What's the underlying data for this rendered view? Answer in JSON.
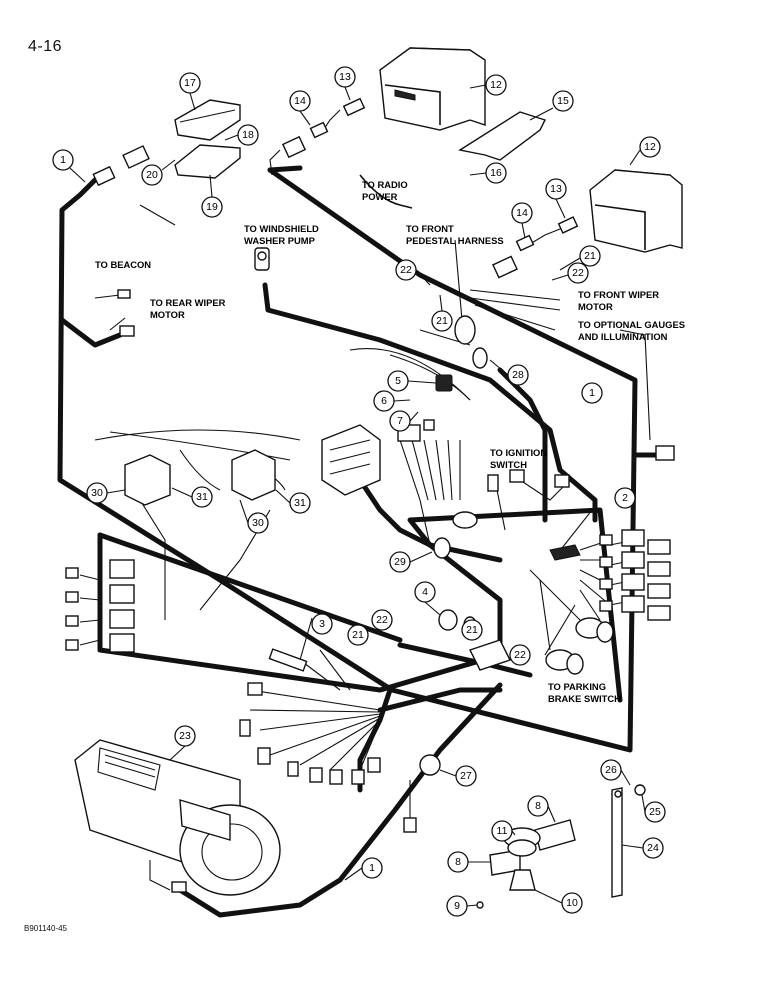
{
  "page_number": "4-16",
  "figure_code": "B901140-45",
  "labels": {
    "to_beacon": "TO BEACON",
    "to_rear_wiper_1": "TO REAR WIPER",
    "to_rear_wiper_2": "MOTOR",
    "to_radio_1": "TO RADIO",
    "to_radio_2": "POWER",
    "to_washer_1": "TO WINDSHIELD",
    "to_washer_2": "WASHER PUMP",
    "to_pedestal_1": "TO FRONT",
    "to_pedestal_2": "PEDESTAL HARNESS",
    "to_front_wiper_1": "TO FRONT WIPER",
    "to_front_wiper_2": "MOTOR",
    "to_gauges_1": "TO OPTIONAL GAUGES",
    "to_gauges_2": "AND ILLUMINATION",
    "to_ignition_1": "TO IGNITION",
    "to_ignition_2": "SWITCH",
    "to_parking_1": "TO PARKING",
    "to_parking_2": "BRAKE SWITCH"
  },
  "callouts": {
    "c1a": "1",
    "c1b": "1",
    "c1c": "1",
    "c2": "2",
    "c3": "3",
    "c4": "4",
    "c5": "5",
    "c6": "6",
    "c7": "7",
    "c8a": "8",
    "c8b": "8",
    "c9": "9",
    "c10": "10",
    "c11": "11",
    "c12a": "12",
    "c12b": "12",
    "c13a": "13",
    "c13b": "13",
    "c14a": "14",
    "c14b": "14",
    "c15": "15",
    "c16": "16",
    "c17": "17",
    "c18": "18",
    "c19": "19",
    "c20": "20",
    "c21a": "21",
    "c21b": "21",
    "c21c": "21",
    "c21d": "21",
    "c22a": "22",
    "c22b": "22",
    "c22c": "22",
    "c22d": "22",
    "c23": "23",
    "c24": "24",
    "c25": "25",
    "c26": "26",
    "c27": "27",
    "c28": "28",
    "c29": "29",
    "c30a": "30",
    "c30b": "30",
    "c31a": "31",
    "c31b": "31"
  }
}
